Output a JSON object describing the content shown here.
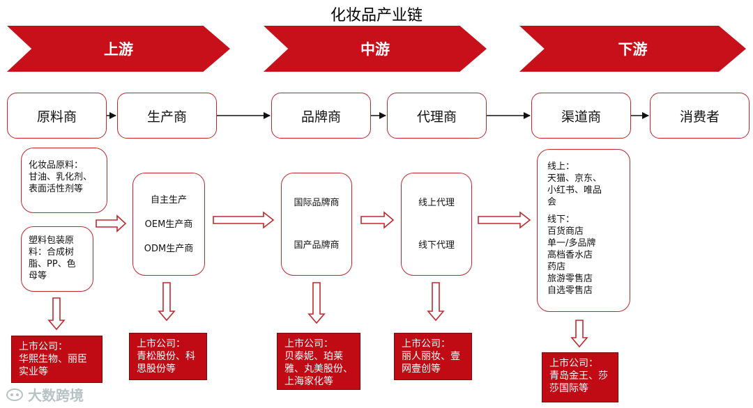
{
  "title": "化妆品产业链",
  "banners": [
    "上游",
    "中游",
    "下游"
  ],
  "stages": [
    "原料商",
    "生产商",
    "品牌商",
    "代理商",
    "渠道商",
    "消费者"
  ],
  "raw_cosmetic": [
    "化妆品原料：",
    "甘油、乳化剂、",
    "表面活性剂等"
  ],
  "raw_plastic": [
    "塑料包装原",
    "料：合成树",
    "脂、PP、色",
    "母等"
  ],
  "producer_types": [
    "自主生产",
    "OEM生产商",
    "ODM生产商"
  ],
  "brand_types": [
    "国际品牌商",
    "国产品牌商"
  ],
  "agent_types": [
    "线上代理",
    "线下代理"
  ],
  "channel_types": [
    "线上：",
    "天猫、京东、",
    "小红书、唯品",
    "会",
    "",
    "线下：",
    "百货商店",
    "单一/多品牌",
    "高档香水店",
    "药店",
    "旅游零售店",
    "自选零售店"
  ],
  "listed": [
    [
      "上市公司：",
      "华熙生物、丽臣",
      "实业等"
    ],
    [
      "上市公司：",
      "青松股份、科",
      "思股份等"
    ],
    [
      "上市公司：",
      "贝泰妮、珀莱",
      "雅、丸美股份、",
      "上海家化等"
    ],
    [
      "上市公司：",
      "丽人丽妆、壹",
      "网壹创等"
    ],
    [
      "上市公司：",
      "青岛金王、莎",
      "莎国际等"
    ]
  ],
  "watermark": "大数跨境",
  "colors": {
    "accent": "#c8101a",
    "border": "#c0272d"
  }
}
